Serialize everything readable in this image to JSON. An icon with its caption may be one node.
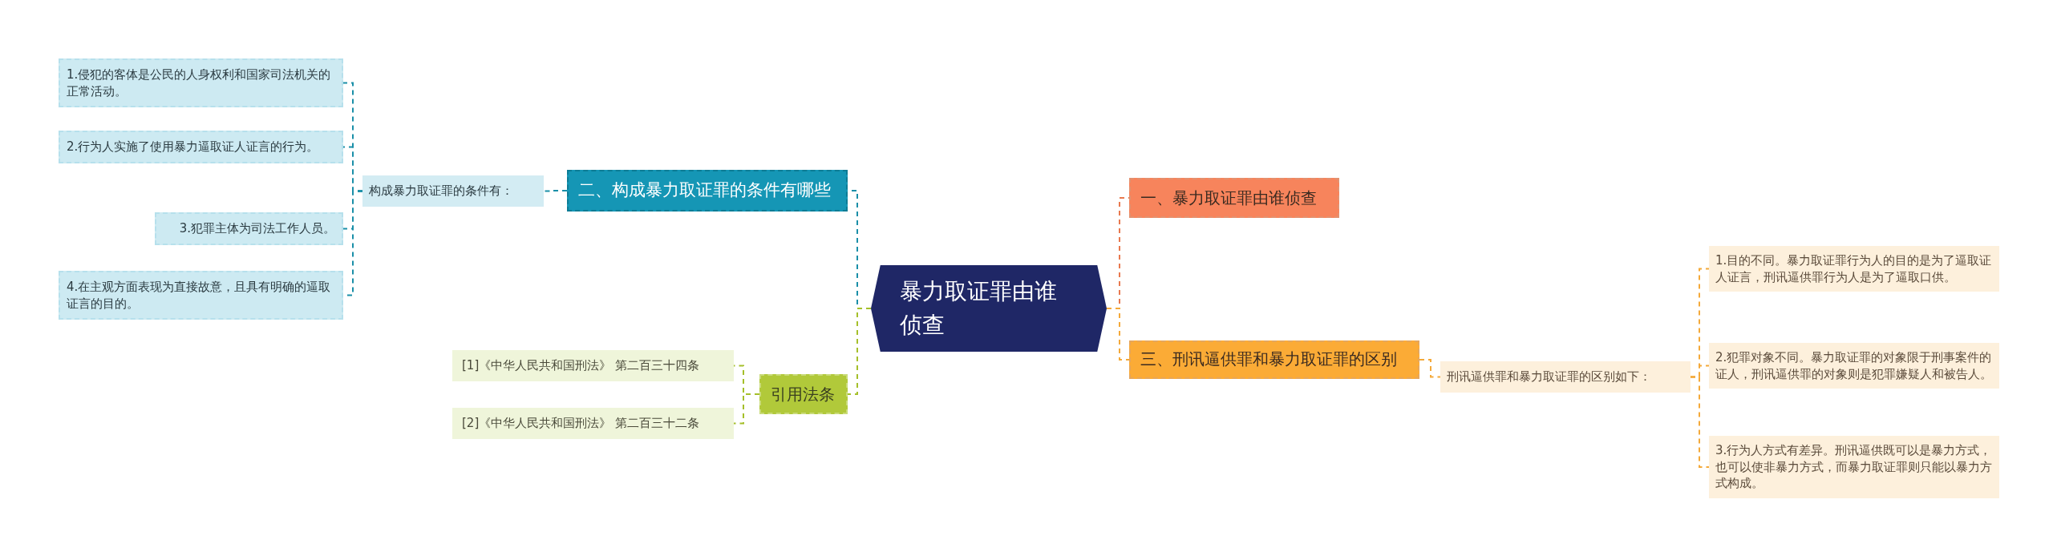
{
  "diagram": {
    "nodes": [
      {
        "text": [
          "暴力取证罪由谁侦查"
        ]
      },
      {
        "text": [
          "一、暴力取证罪由谁侦查"
        ]
      },
      {
        "text": [
          "三、刑讯逼供罪和暴力取证罪的区别"
        ]
      },
      {
        "text": [
          "刑讯逼供罪和暴力取证罪的区别如下："
        ]
      },
      {
        "text": [
          "1.目的不同。暴力取证罪行为人的目的是为了逼取证人证言，刑讯逼供罪行为人是为了逼取口供。"
        ]
      },
      {
        "text": [
          "2.犯罪对象不同。暴力取证罪的对象限于刑事案件的证人，刑讯逼供罪的对象则是犯罪嫌疑人和被告人。"
        ]
      },
      {
        "text": [
          "3.行为人方式有差异。刑讯逼供既可以是暴力方式，也可以使非暴力方式，而暴力取证罪则只能以暴力方式构成。"
        ]
      },
      {
        "text": [
          "二、构成暴力取证罪的条件有哪些"
        ]
      },
      {
        "text": [
          "构成暴力取证罪的条件有："
        ]
      },
      {
        "text": [
          "1.侵犯的客体是公民的人身权利和国家司法机关的正常活动。"
        ]
      },
      {
        "text": [
          "2.行为人实施了使用暴力逼取证人证言的行为。"
        ]
      },
      {
        "text": [
          "3.犯罪主体为司法工作人员。"
        ]
      },
      {
        "text": [
          "4.在主观方面表现为直接故意，且具有明确的逼取证言的目的。"
        ]
      },
      {
        "text": [
          "引用法条"
        ]
      },
      {
        "text": [
          "[1]《中华人民共和国刑法》 第二百三十四条"
        ]
      },
      {
        "text": [
          "[2]《中华人民共和国刑法》 第二百三十二条"
        ]
      }
    ],
    "edges": [
      {
        "from": 0,
        "to": 1,
        "arrow": "none",
        "style": "dashed",
        "color": "#e8794f"
      },
      {
        "from": 0,
        "to": 2,
        "arrow": "none",
        "style": "dashed",
        "color": "#f4a93a"
      },
      {
        "from": 2,
        "to": 3,
        "arrow": "none",
        "style": "dashed",
        "color": "#f4a93a"
      },
      {
        "from": 3,
        "to": 4,
        "arrow": "none",
        "style": "dashed",
        "color": "#f4a93a"
      },
      {
        "from": 3,
        "to": 5,
        "arrow": "none",
        "style": "dashed",
        "color": "#f4a93a"
      },
      {
        "from": 3,
        "to": 6,
        "arrow": "none",
        "style": "dashed",
        "color": "#f4a93a"
      },
      {
        "from": 0,
        "to": 7,
        "arrow": "none",
        "style": "dashed",
        "color": "#1a8fa8"
      },
      {
        "from": 7,
        "to": 8,
        "arrow": "none",
        "style": "dashed",
        "color": "#1a8fa8"
      },
      {
        "from": 8,
        "to": 9,
        "arrow": "none",
        "style": "dashed",
        "color": "#1a8fa8"
      },
      {
        "from": 8,
        "to": 10,
        "arrow": "none",
        "style": "dashed",
        "color": "#1a8fa8"
      },
      {
        "from": 8,
        "to": 11,
        "arrow": "none",
        "style": "dashed",
        "color": "#1a8fa8"
      },
      {
        "from": 8,
        "to": 12,
        "arrow": "none",
        "style": "dashed",
        "color": "#1a8fa8"
      },
      {
        "from": 0,
        "to": 13,
        "arrow": "none",
        "style": "dashed",
        "color": "#a5bf2a"
      },
      {
        "from": 13,
        "to": 14,
        "arrow": "none",
        "style": "dashed",
        "color": "#a5bf2a"
      },
      {
        "from": 13,
        "to": 15,
        "arrow": "none",
        "style": "dashed",
        "color": "#a5bf2a"
      }
    ]
  }
}
